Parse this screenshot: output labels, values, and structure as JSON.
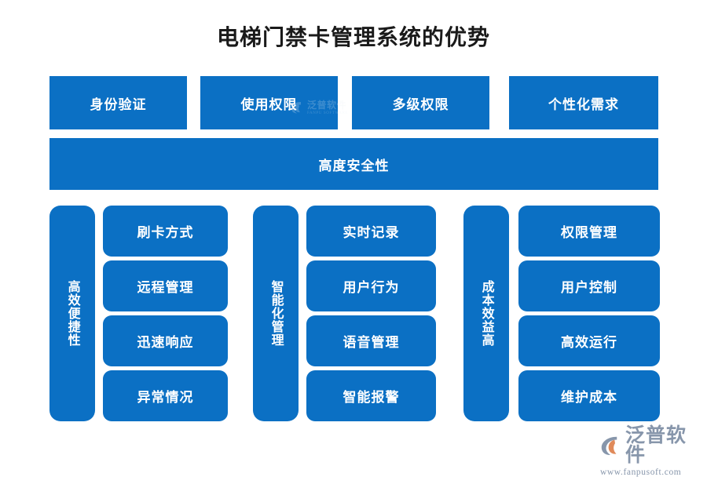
{
  "page": {
    "title": "电梯门禁卡管理系统的优势",
    "background_color": "#ffffff",
    "accent_color": "#0B70C4",
    "text_on_accent": "#ffffff"
  },
  "top_row": {
    "items": [
      {
        "label": "身份验证"
      },
      {
        "label": "使用权限"
      },
      {
        "label": "多级权限"
      },
      {
        "label": "个性化需求"
      }
    ]
  },
  "banner": {
    "label": "高度安全性"
  },
  "groups": [
    {
      "category": "高效便捷性",
      "items": [
        {
          "label": "刷卡方式"
        },
        {
          "label": "远程管理"
        },
        {
          "label": "迅速响应"
        },
        {
          "label": "异常情况"
        }
      ]
    },
    {
      "category": "智能化管理",
      "items": [
        {
          "label": "实时记录"
        },
        {
          "label": "用户行为"
        },
        {
          "label": "语音管理"
        },
        {
          "label": "智能报警"
        }
      ]
    },
    {
      "category": "成本效益高",
      "items": [
        {
          "label": "权限管理"
        },
        {
          "label": "用户控制"
        },
        {
          "label": "高效运行"
        },
        {
          "label": "维护成本"
        }
      ]
    }
  ],
  "watermark": {
    "name": "泛普软件",
    "url": "FANPU SOFTWARE"
  },
  "logo": {
    "name": "泛普软件",
    "url": "www.fanpusoft.com",
    "mark_color_primary": "#e08a5a",
    "mark_color_secondary": "#8796ab"
  }
}
